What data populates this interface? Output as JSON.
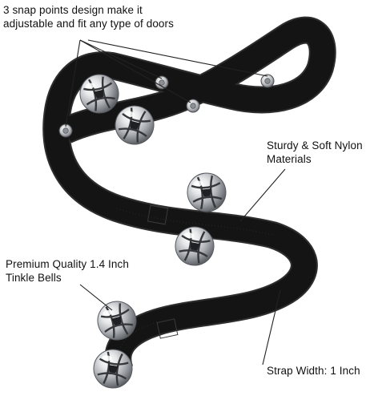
{
  "annotations": {
    "snap_points": {
      "line1": "3 snap points design make it",
      "line2": "adjustable and fit any type of doors"
    },
    "nylon": {
      "line1": "Sturdy & Soft Nylon",
      "line2": "Materials"
    },
    "bells": {
      "line1": "Premium Quality 1.4 Inch",
      "line2": "Tinkle Bells"
    },
    "strap_width": {
      "text": "Strap Width: 1 Inch"
    }
  },
  "colors": {
    "strap": "#141414",
    "strap_edge": "#2e2e2e",
    "bell_light": "#f6f6f6",
    "bell_mid": "#bfc2c6",
    "bell_dark": "#5d6066",
    "leader_line": "#222222",
    "text": "#111111"
  },
  "icons": {
    "bell": "jingle-bell-icon",
    "snap": "snap-button-icon"
  }
}
